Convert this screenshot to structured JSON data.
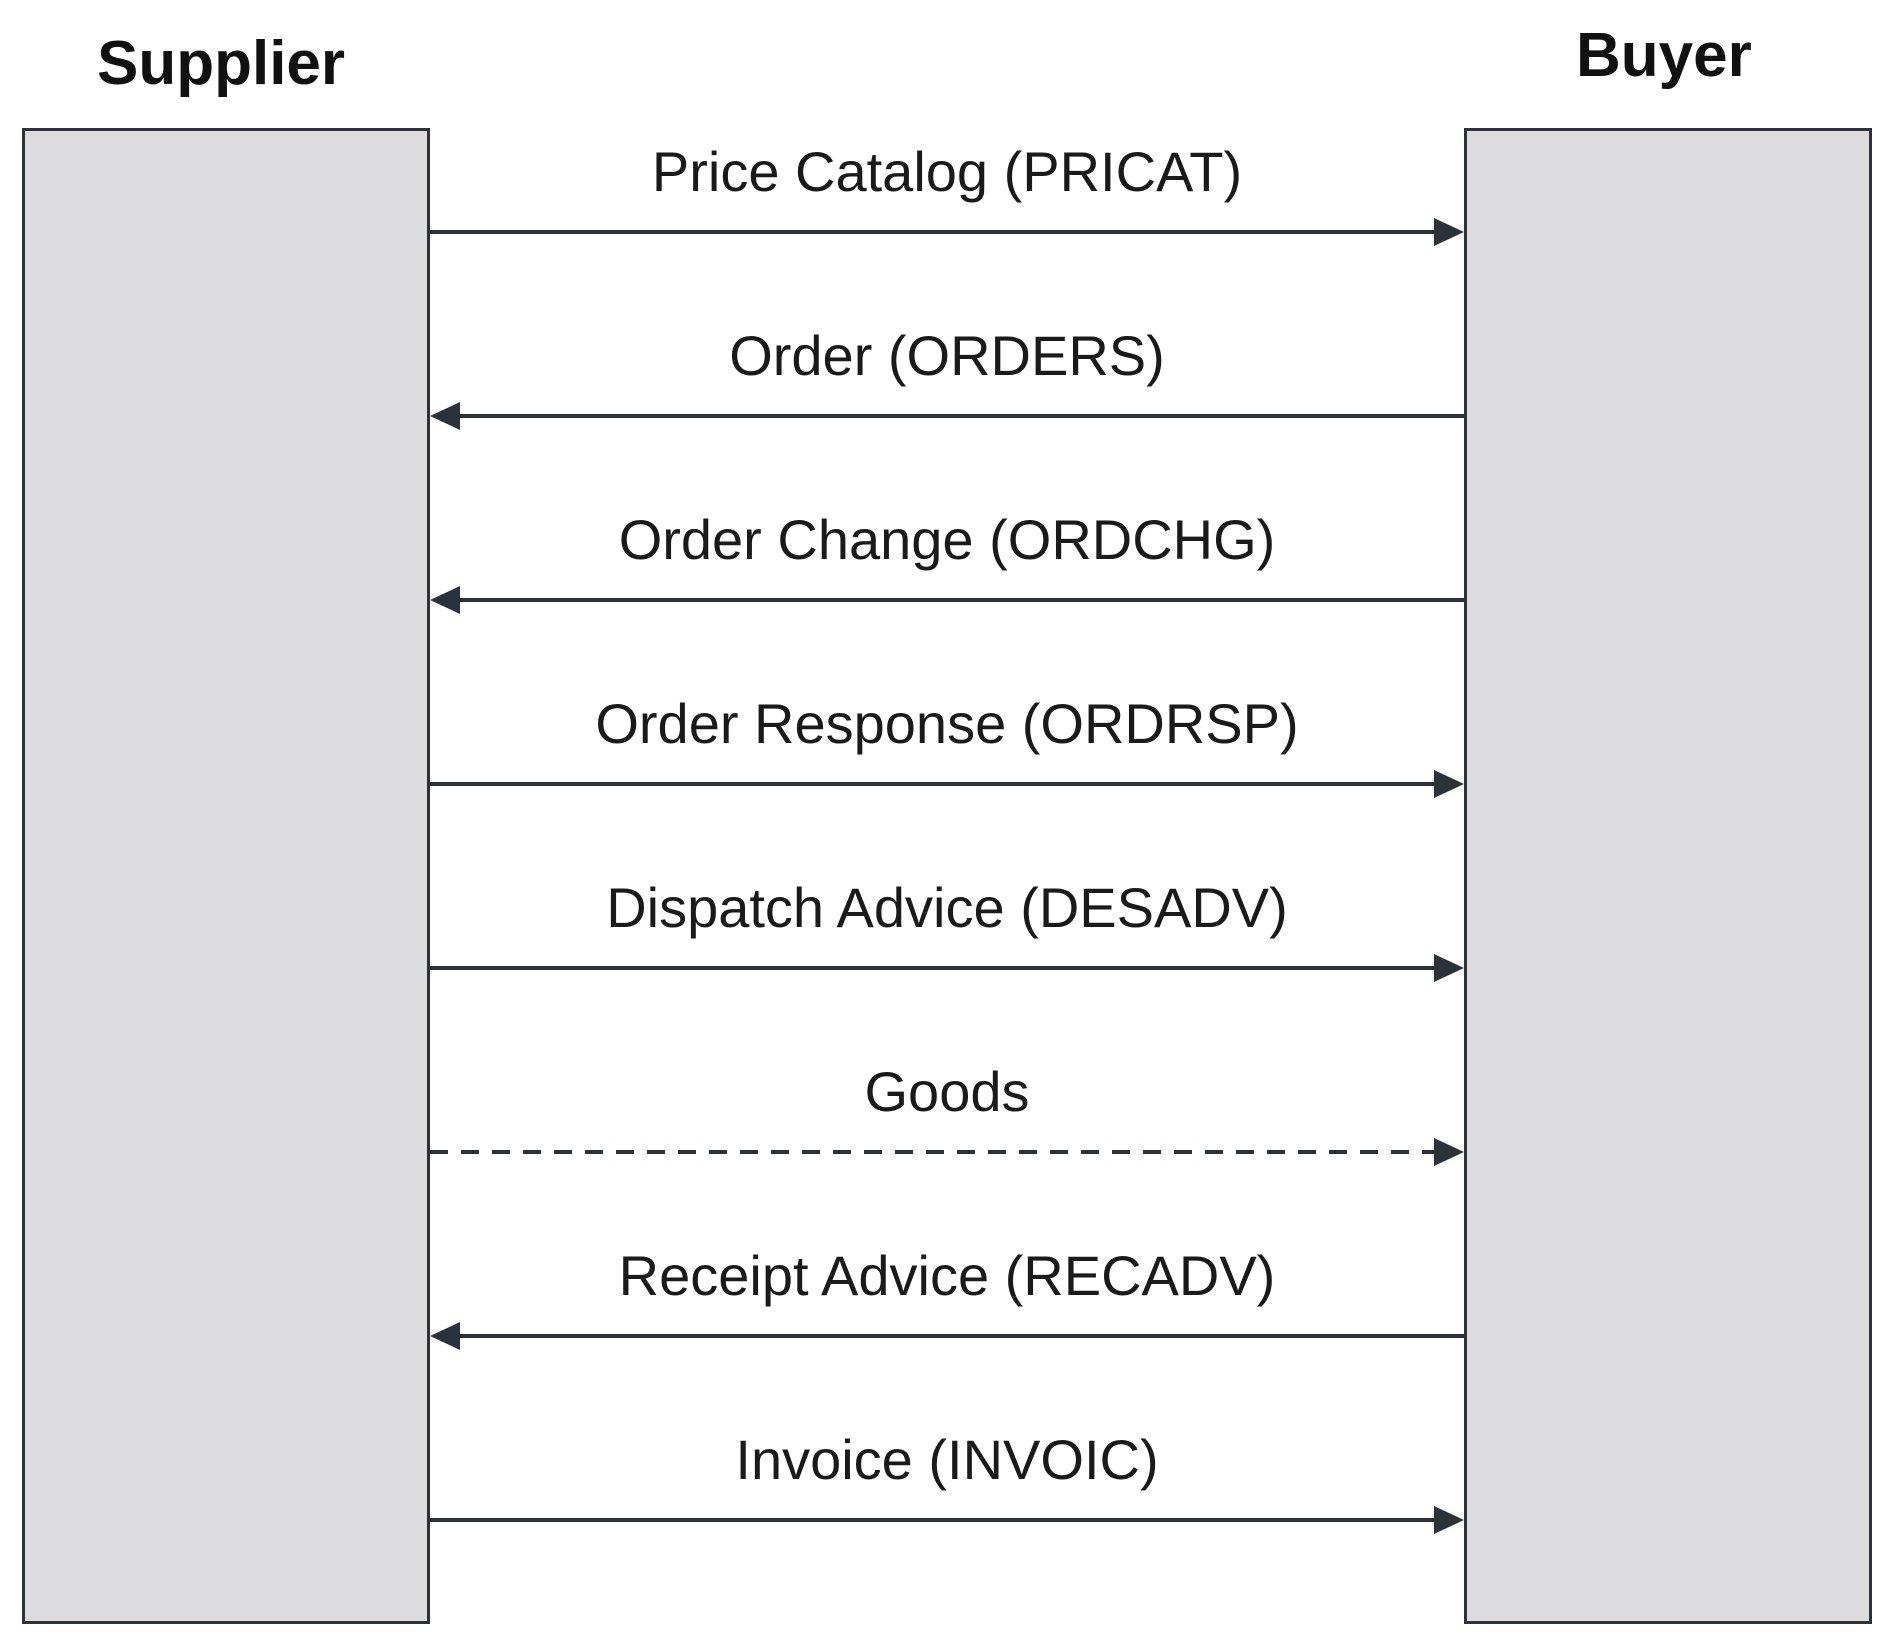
{
  "participants": {
    "left": "Supplier",
    "right": "Buyer"
  },
  "colors": {
    "box_fill": "#dcdcde",
    "line": "#2b323a"
  },
  "messages": [
    {
      "label": "Price Catalog (PRICAT)",
      "direction": "to-right",
      "style": "solid"
    },
    {
      "label": "Order (ORDERS)",
      "direction": "to-left",
      "style": "solid"
    },
    {
      "label": "Order Change (ORDCHG)",
      "direction": "to-left",
      "style": "solid"
    },
    {
      "label": "Order Response (ORDRSP)",
      "direction": "to-right",
      "style": "solid"
    },
    {
      "label": "Dispatch Advice (DESADV)",
      "direction": "to-right",
      "style": "solid"
    },
    {
      "label": "Goods",
      "direction": "to-right",
      "style": "dashed"
    },
    {
      "label": "Receipt Advice (RECADV)",
      "direction": "to-left",
      "style": "solid"
    },
    {
      "label": "Invoice (INVOIC)",
      "direction": "to-right",
      "style": "solid"
    }
  ]
}
